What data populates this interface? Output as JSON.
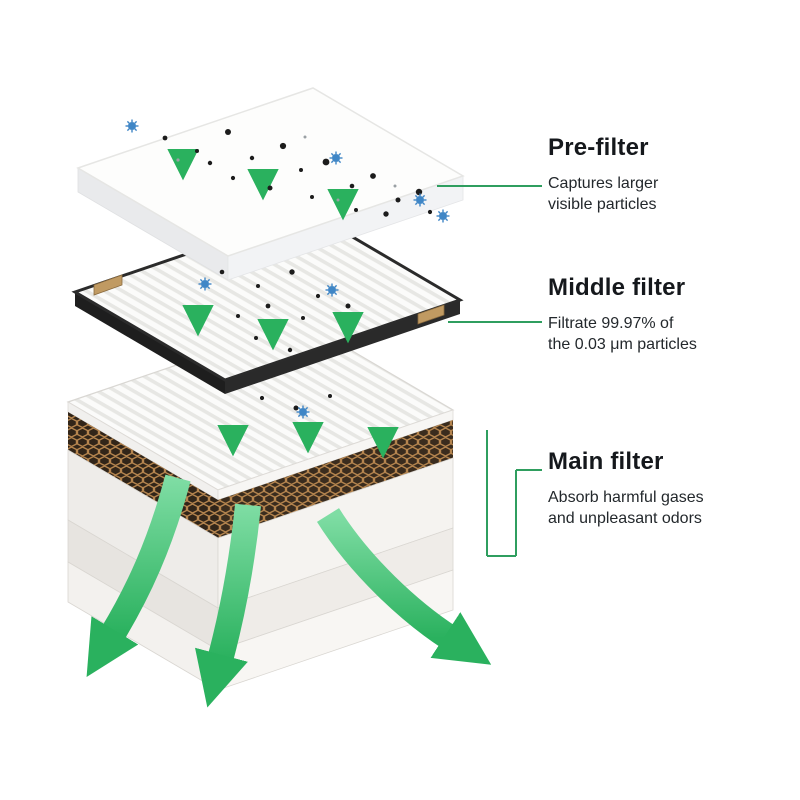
{
  "page": {
    "background": "#ffffff"
  },
  "diagram": {
    "type": "exploded-air-filter-diagram",
    "layers": [
      "pre-filter",
      "middle-filter",
      "main-filter"
    ],
    "annotations": [
      {
        "id": "pre-filter",
        "title": "Pre-filter",
        "description": "Captures larger\nvisible particles"
      },
      {
        "id": "middle-filter",
        "title": "Middle filter",
        "description": "Filtrate 99.97% of\nthe 0.03 μm particles"
      },
      {
        "id": "main-filter",
        "title": "Main filter",
        "description": "Absorb harmful gases\nand unpleasant odors"
      }
    ],
    "colors": {
      "arrow_green": "#2ab15e",
      "arrow_green_light": "#7fdda4",
      "connector_green": "#2f9e5f",
      "particle_blue": "#3f86c6",
      "honeycomb_brown": "#b5854f",
      "frame_dark": "#1e1e1e",
      "tab_tan": "#c09a62"
    }
  }
}
